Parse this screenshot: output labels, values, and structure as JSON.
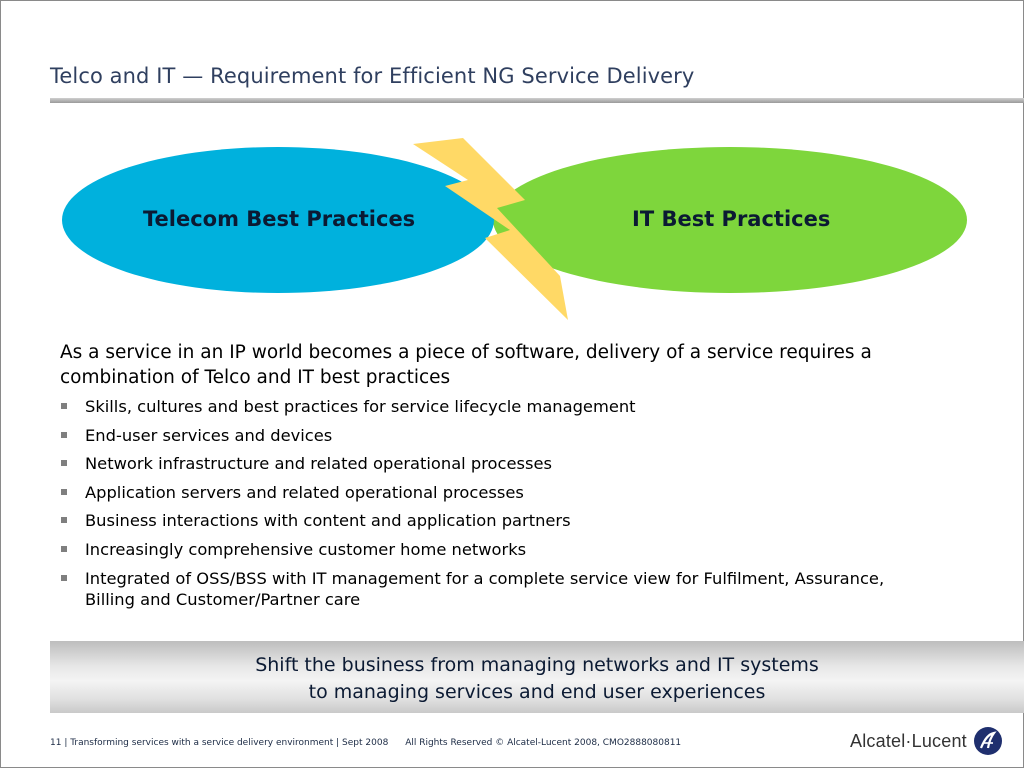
{
  "slide": {
    "title": "Telco and IT — Requirement for Efficient NG Service Delivery"
  },
  "diagram": {
    "left_label": "Telecom Best Practices",
    "right_label": "IT Best Practices",
    "colors": {
      "left": "#00b1dd",
      "right": "#7ed63c",
      "bolt": "#ffd966"
    }
  },
  "body": {
    "lead": "As a service in an IP world becomes a piece of software, delivery of a service requires a combination of Telco and IT best practices",
    "bullets": [
      "Skills, cultures and best practices for service lifecycle management",
      "End-user services and devices",
      "Network infrastructure and related operational processes",
      "Application servers and related operational processes",
      "Business interactions with content and application partners",
      "Increasingly comprehensive customer home networks",
      "Integrated of OSS/BSS with IT management for a complete service view for Fulfilment, Assurance, Billing and Customer/Partner care"
    ]
  },
  "banner": {
    "line1": "Shift the business from managing networks and IT systems",
    "line2": "to managing services and end user experiences"
  },
  "footer": {
    "page_info": "11 | Transforming services with a service delivery environment | Sept 2008",
    "rights": "All Rights Reserved © Alcatel-Lucent 2008, CMO2888080811",
    "logo_text": "Alcatel·Lucent"
  }
}
